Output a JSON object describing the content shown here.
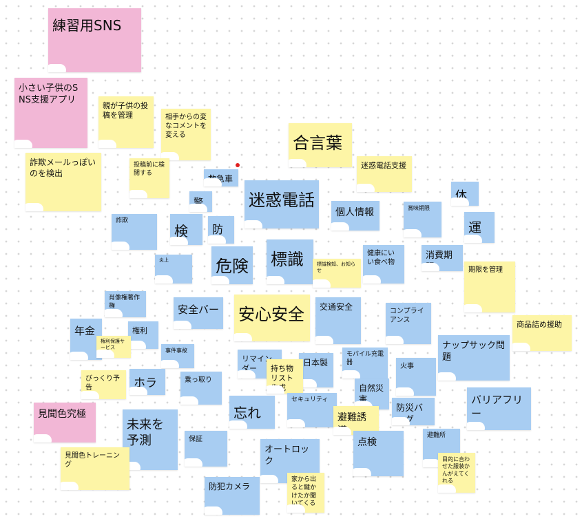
{
  "board": {
    "colors": {
      "blue": "#a8cdf2",
      "yellow": "#fdf5a6",
      "pink": "#f2b7d6",
      "cursor": "#e02020"
    },
    "notes": [
      {
        "text": "練習用SNS",
        "color": "pink"
      },
      {
        "text": "小さい子供のSNS支援アプリ",
        "color": "pink"
      },
      {
        "text": "親が子供の投稿を管理",
        "color": "yellow"
      },
      {
        "text": "相手からの変なコメントを変える",
        "color": "yellow"
      },
      {
        "text": "詐欺メールっぽいのを検出",
        "color": "yellow"
      },
      {
        "text": "合言葉",
        "color": "yellow"
      },
      {
        "text": "投稿前に検閲する",
        "color": "yellow"
      },
      {
        "text": "救急車",
        "color": "blue"
      },
      {
        "text": "迷惑電話支援",
        "color": "yellow"
      },
      {
        "text": "迷惑電話",
        "color": "blue"
      },
      {
        "text": "警察",
        "color": "blue"
      },
      {
        "text": "体操",
        "color": "blue"
      },
      {
        "text": "個人情報",
        "color": "blue"
      },
      {
        "text": "賞味期限",
        "color": "blue"
      },
      {
        "text": "運動",
        "color": "blue"
      },
      {
        "text": "詐欺",
        "color": "blue"
      },
      {
        "text": "検閲",
        "color": "blue"
      },
      {
        "text": "防犯",
        "color": "blue"
      },
      {
        "text": "危険",
        "color": "blue"
      },
      {
        "text": "標識",
        "color": "blue"
      },
      {
        "text": "標識検知、お知らせ",
        "color": "yellow"
      },
      {
        "text": "健康にいい食べ物",
        "color": "blue"
      },
      {
        "text": "消費期限",
        "color": "blue"
      },
      {
        "text": "炎上",
        "color": "blue"
      },
      {
        "text": "期限を管理",
        "color": "yellow"
      },
      {
        "text": "肖像権著作権",
        "color": "blue"
      },
      {
        "text": "安全バー",
        "color": "blue"
      },
      {
        "text": "安心安全",
        "color": "yellow"
      },
      {
        "text": "交通安全",
        "color": "blue"
      },
      {
        "text": "コンプライアンス",
        "color": "blue"
      },
      {
        "text": "商品詰め援助",
        "color": "yellow"
      },
      {
        "text": "年金",
        "color": "blue"
      },
      {
        "text": "権利",
        "color": "blue"
      },
      {
        "text": "権利保護サービス",
        "color": "yellow"
      },
      {
        "text": "ナップサック問題",
        "color": "blue"
      },
      {
        "text": "事件事故",
        "color": "blue"
      },
      {
        "text": "リマインダー",
        "color": "blue"
      },
      {
        "text": "日本製",
        "color": "blue"
      },
      {
        "text": "モバイル充電器",
        "color": "blue"
      },
      {
        "text": "火事",
        "color": "blue"
      },
      {
        "text": "持ち物リスト作成",
        "color": "yellow"
      },
      {
        "text": "びっくり予告",
        "color": "yellow"
      },
      {
        "text": "ホラー",
        "color": "blue"
      },
      {
        "text": "乗っ取り",
        "color": "blue"
      },
      {
        "text": "自然災害",
        "color": "blue"
      },
      {
        "text": "忘れ物",
        "color": "blue"
      },
      {
        "text": "セキュリティ",
        "color": "blue"
      },
      {
        "text": "防災バッグ",
        "color": "blue"
      },
      {
        "text": "バリアフリー",
        "color": "blue"
      },
      {
        "text": "見聞色究極",
        "color": "pink"
      },
      {
        "text": "避難誘導",
        "color": "yellow"
      },
      {
        "text": "未来を予測",
        "color": "blue"
      },
      {
        "text": "保証",
        "color": "blue"
      },
      {
        "text": "点検",
        "color": "blue"
      },
      {
        "text": "避難所",
        "color": "blue"
      },
      {
        "text": "オートロック",
        "color": "blue"
      },
      {
        "text": "見聞色トレーニング",
        "color": "yellow"
      },
      {
        "text": "目的に合わせた服装かんがえてくれる",
        "color": "yellow"
      },
      {
        "text": "防犯カメラ",
        "color": "blue"
      },
      {
        "text": "家から出ると鍵かけたか聞いてくる",
        "color": "yellow"
      }
    ]
  }
}
